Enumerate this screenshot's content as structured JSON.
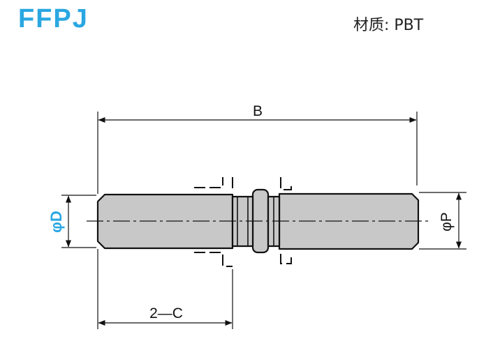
{
  "title": "FFPJ",
  "material_label": "材质: PBT",
  "dimensions": {
    "overall_length": "B",
    "diameter_d": "φD",
    "diameter_p": "φP",
    "chamfer": "2—C"
  },
  "colors": {
    "title": "#2aa7e2",
    "part_fill": "#c8c8c8",
    "line": "#111111"
  }
}
